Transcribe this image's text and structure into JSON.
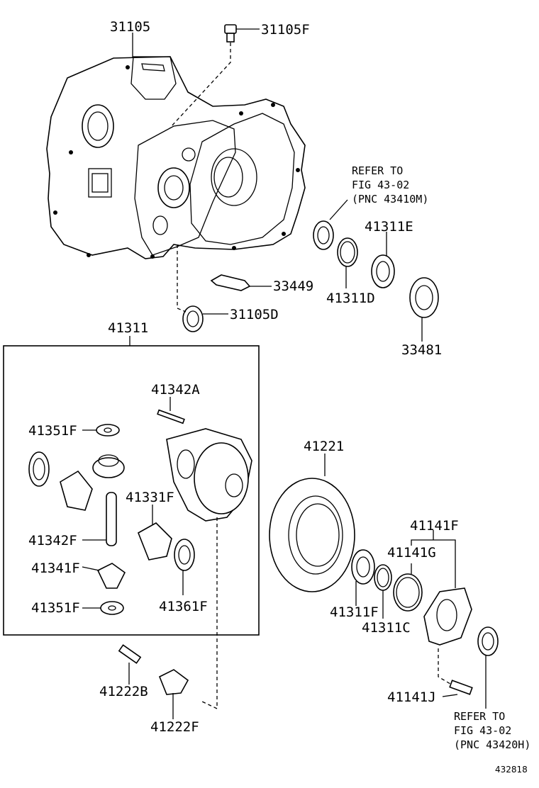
{
  "diagram": {
    "labels": {
      "p31105": "31105",
      "p31105F": "31105F",
      "refer_top_line1": "REFER TO",
      "refer_top_line2": "FIG 43-02",
      "refer_top_line3": "(PNC 43410M)",
      "p41311E": "41311E",
      "p33449": "33449",
      "p41311D": "41311D",
      "p31105D": "31105D",
      "p33481": "33481",
      "p41311": "41311",
      "p41342A": "41342A",
      "p41351F_top": "41351F",
      "p41331F": "41331F",
      "p41342F": "41342F",
      "p41341F": "41341F",
      "p41351F_bottom": "41351F",
      "p41361F": "41361F",
      "p41221": "41221",
      "p41141F": "41141F",
      "p41141G": "41141G",
      "p41311F": "41311F",
      "p41311C": "41311C",
      "p41222B": "41222B",
      "p41222F": "41222F",
      "p41141J": "41141J",
      "refer_bottom_line1": "REFER TO",
      "refer_bottom_line2": "FIG 43-02",
      "refer_bottom_line3": "(PNC 43420H)",
      "figure_number": "432818"
    }
  }
}
